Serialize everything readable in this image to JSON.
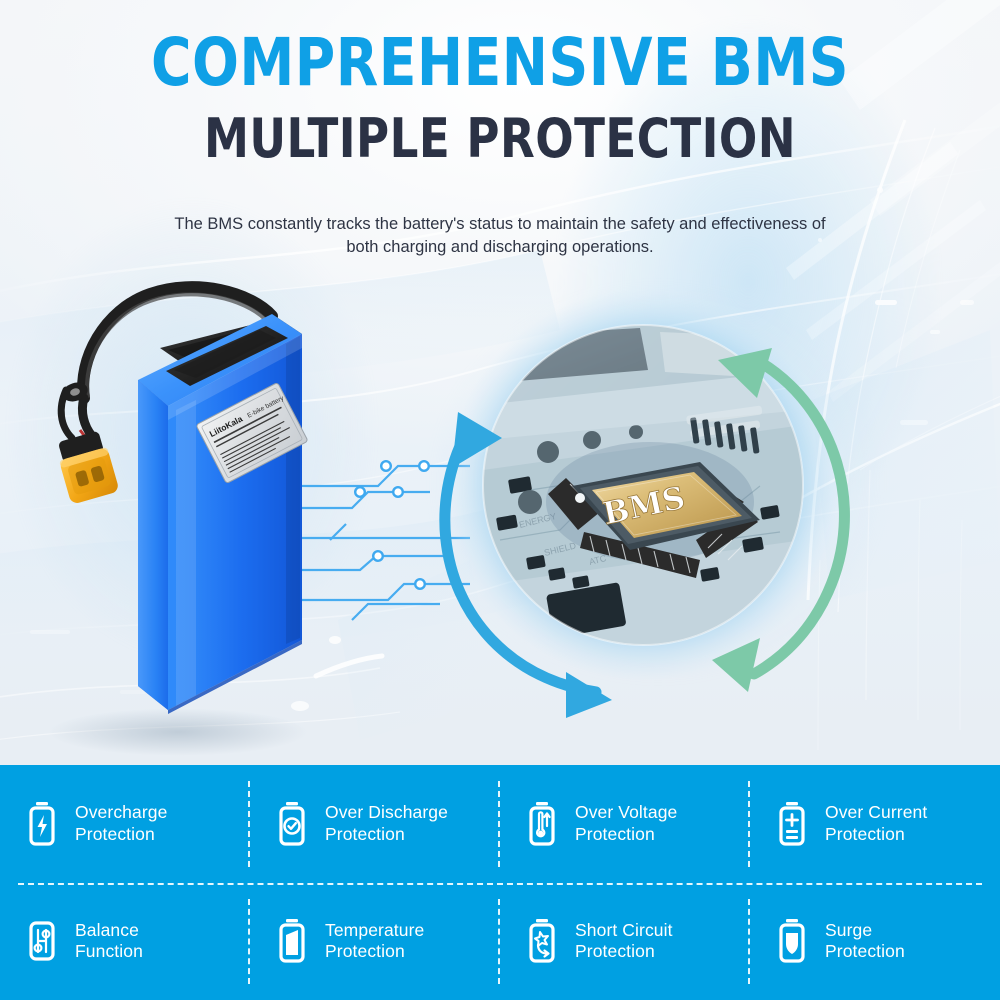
{
  "header": {
    "title_main": "COMPREHENSIVE BMS",
    "title_sub": "MULTIPLE PROTECTION",
    "description": "The BMS constantly tracks the battery's status to maintain the safety and effectiveness of both charging and discharging operations."
  },
  "product": {
    "battery_label_brand": "LiitoKala",
    "battery_label_sub": "E-bike battery",
    "connector": "XT60 connector",
    "chip_label": "BMS"
  },
  "colors": {
    "title_blue": "#0FA0E6",
    "title_navy": "#2B3245",
    "footer_blue": "#00A0E2",
    "arrow_blue": "#31A8E0",
    "arrow_green": "#7DC9A8",
    "battery_blue": "#1C6EF0",
    "connector_orange": "#F2A615",
    "chip_gold": "#D9B872"
  },
  "features": [
    {
      "icon": "battery-bolt-icon",
      "line1": "Overcharge",
      "line2": "Protection"
    },
    {
      "icon": "battery-check-icon",
      "line1": "Over Discharge",
      "line2": "Protection"
    },
    {
      "icon": "battery-thermometer-icon",
      "line1": "Over Voltage",
      "line2": "Protection"
    },
    {
      "icon": "battery-plus-minus-icon",
      "line1": "Over Current",
      "line2": "Protection"
    },
    {
      "icon": "balance-slider-icon",
      "line1": "Balance",
      "line2": "Function"
    },
    {
      "icon": "battery-level-icon",
      "line1": "Temperature",
      "line2": "Protection"
    },
    {
      "icon": "battery-spark-icon",
      "line1": "Short Circuit",
      "line2": "Protection"
    },
    {
      "icon": "battery-shield-icon",
      "line1": "Surge",
      "line2": "Protection"
    }
  ]
}
